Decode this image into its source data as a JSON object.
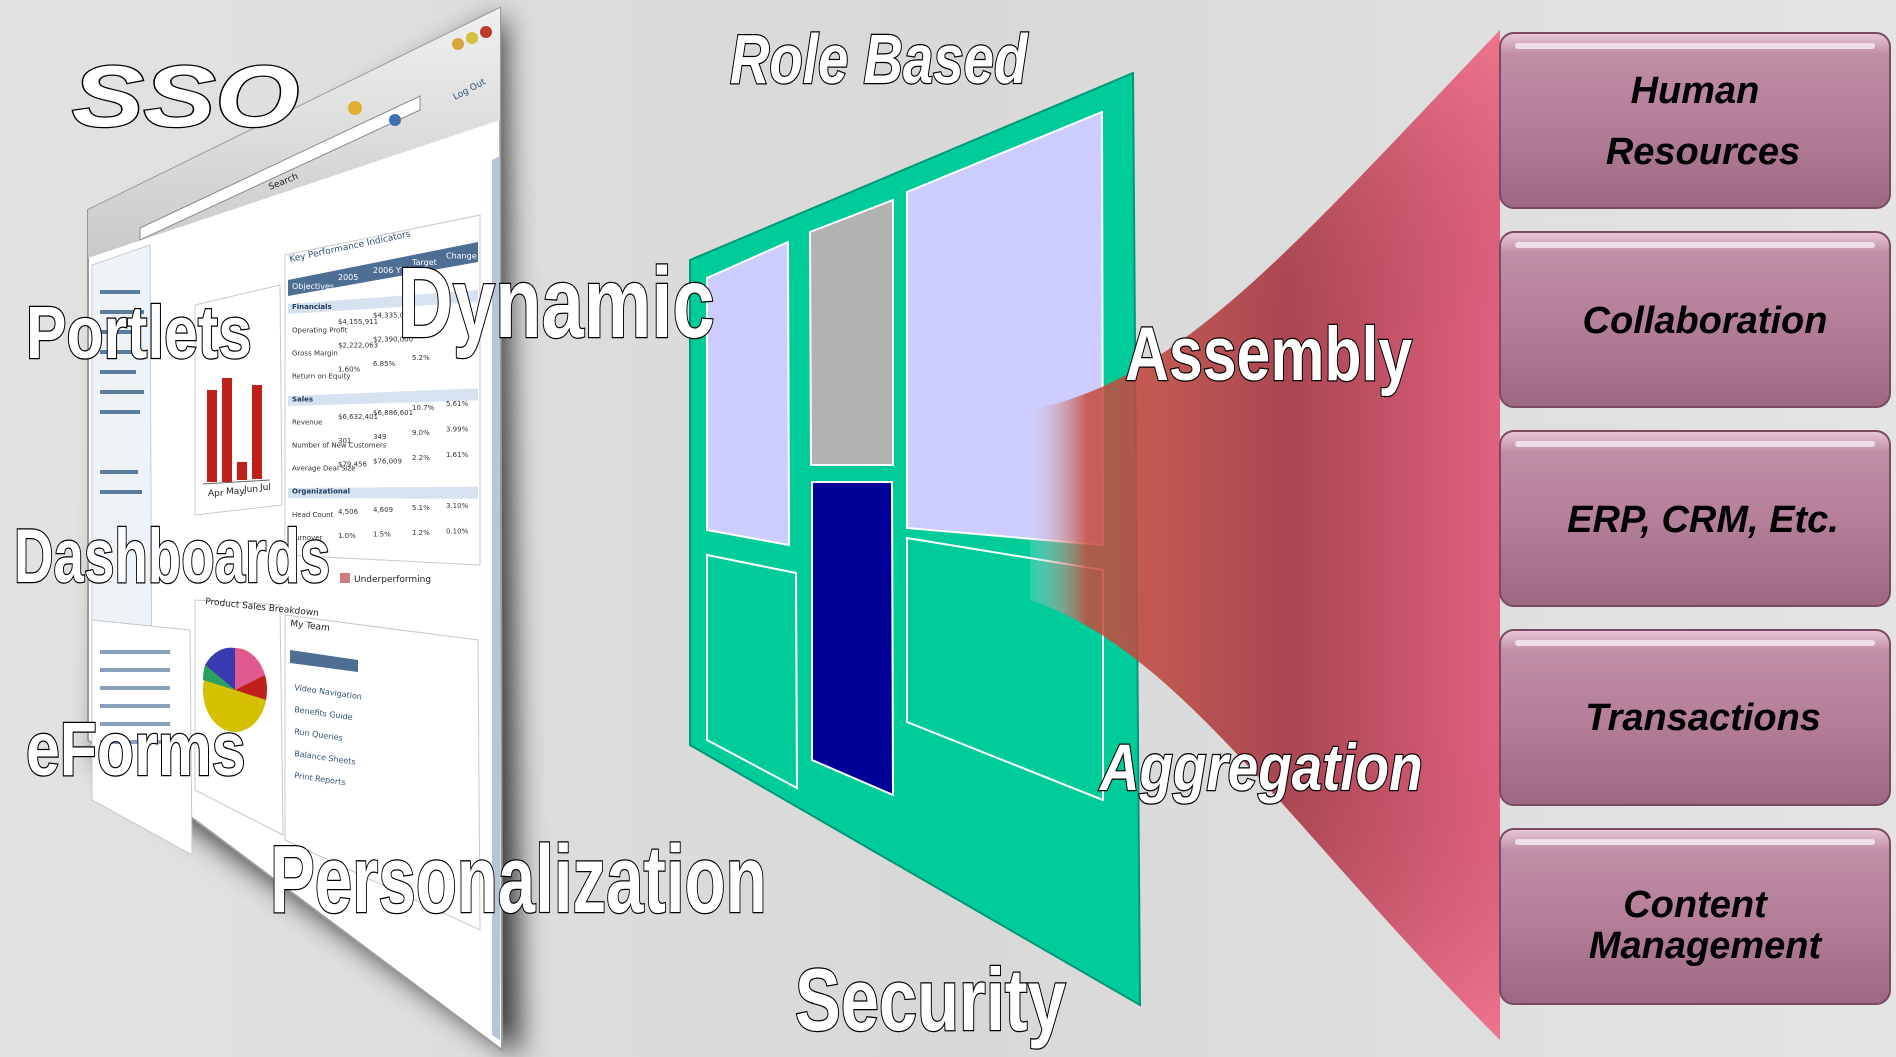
{
  "labels": {
    "sso": "SSO",
    "portlets": "Portlets",
    "dashboards": "Dashboards",
    "eforms": "eForms",
    "dynamic": "Dynamic",
    "personalization": "Personalization",
    "role_based": "Role Based",
    "assembly": "Assembly",
    "aggregation": "Aggregation",
    "security": "Security"
  },
  "source_boxes": [
    {
      "line1": "Human",
      "line2": "Resources"
    },
    {
      "line1": "Collaboration",
      "line2": ""
    },
    {
      "line1": "ERP, CRM, Etc.",
      "line2": ""
    },
    {
      "line1": "Transactions",
      "line2": ""
    },
    {
      "line1": "Content",
      "line2": "Management"
    }
  ],
  "screenshot": {
    "browser_link": "Log Out",
    "search_label": "Search",
    "kpi_title": "Key Performance Indicators",
    "kpi_headers": [
      "Objectives",
      "2005",
      "2006 YTD",
      "Target",
      "Change"
    ],
    "kpi_rows": [
      [
        "Financials",
        "",
        "",
        "",
        ""
      ],
      [
        "Operating Profit",
        "$4,155,911",
        "$4,335,000",
        "",
        ""
      ],
      [
        "Gross Margin",
        "$2,222,063",
        "$2,390,000",
        "",
        ""
      ],
      [
        "Return on Equity",
        "1.60%",
        "6.85%",
        "5.2%",
        ""
      ],
      [
        "Sales",
        "",
        "",
        "",
        ""
      ],
      [
        "Revenue",
        "$6,632,401",
        "$6,886,601",
        "10.7%",
        "5.61%"
      ],
      [
        "Number of New Customers",
        "301",
        "349",
        "9.0%",
        "3.99%"
      ],
      [
        "Average Deal Size",
        "$79,456",
        "$76,009",
        "2.2%",
        "1.61%"
      ],
      [
        "Organizational",
        "",
        "",
        "",
        ""
      ],
      [
        "Head Count",
        "4,506",
        "4,609",
        "5.1%",
        "3.10%"
      ],
      [
        "Turnover",
        "1.0%",
        "1.5%",
        "1.2%",
        "0.10%"
      ]
    ],
    "legend_text": "Underperforming",
    "chart_ticks": [
      "Apr",
      "May",
      "Jun",
      "Jul"
    ],
    "pie_title": "Product Sales Breakdown",
    "news_header": "My Team",
    "news_items": [
      "Video Navigation",
      "Benefits Guide",
      "Run Queries",
      "Balance Sheets",
      "Print Reports"
    ]
  },
  "colors": {
    "portal_green": "#00cc99",
    "panel_lavender": "#ccccff",
    "panel_gray": "#b2b2b2",
    "panel_navy": "#000099",
    "box_fill": "#b57f99",
    "funnel_inner": "#a84a52",
    "funnel_edge": "#f25a7a"
  }
}
